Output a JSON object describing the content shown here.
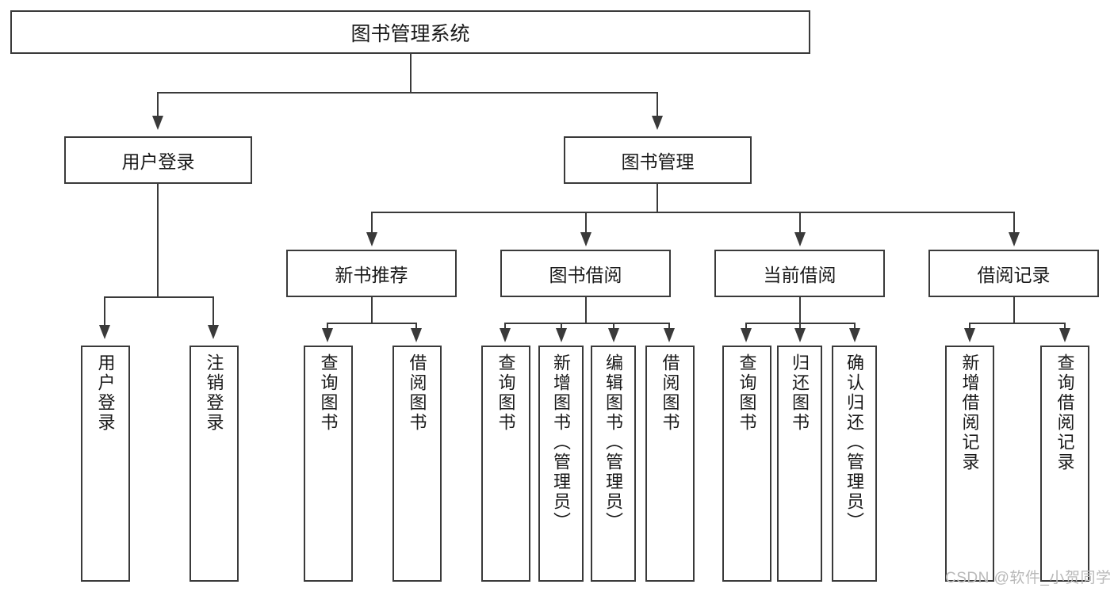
{
  "diagram": {
    "title": "图书管理系统",
    "type": "tree",
    "root": {
      "label": "图书管理系统"
    },
    "level1": [
      {
        "label": "用户登录"
      },
      {
        "label": "图书管理"
      }
    ],
    "level2": [
      {
        "label": "新书推荐"
      },
      {
        "label": "图书借阅"
      },
      {
        "label": "当前借阅"
      },
      {
        "label": "借阅记录"
      }
    ],
    "leaves": {
      "user_login": [
        {
          "label": "用户登录"
        },
        {
          "label": "注销登录"
        }
      ],
      "new_book_recommend": [
        {
          "label": "查询图书"
        },
        {
          "label": "借阅图书"
        }
      ],
      "book_borrow": [
        {
          "label": "查询图书"
        },
        {
          "label": "新增图书（管理员）"
        },
        {
          "label": "编辑图书（管理员）"
        },
        {
          "label": "借阅图书"
        }
      ],
      "current_borrow": [
        {
          "label": "查询图书"
        },
        {
          "label": "归还图书"
        },
        {
          "label": "确认归还（管理员）"
        }
      ],
      "borrow_record": [
        {
          "label": "新增借阅记录"
        },
        {
          "label": "查询借阅记录"
        }
      ]
    },
    "watermark": "CSDN @软件_小贺同学",
    "colors": {
      "stroke": "#3a3a3a",
      "fill": "#ffffff",
      "text": "#1a1a1a",
      "watermark": "#b9b9b9"
    }
  }
}
